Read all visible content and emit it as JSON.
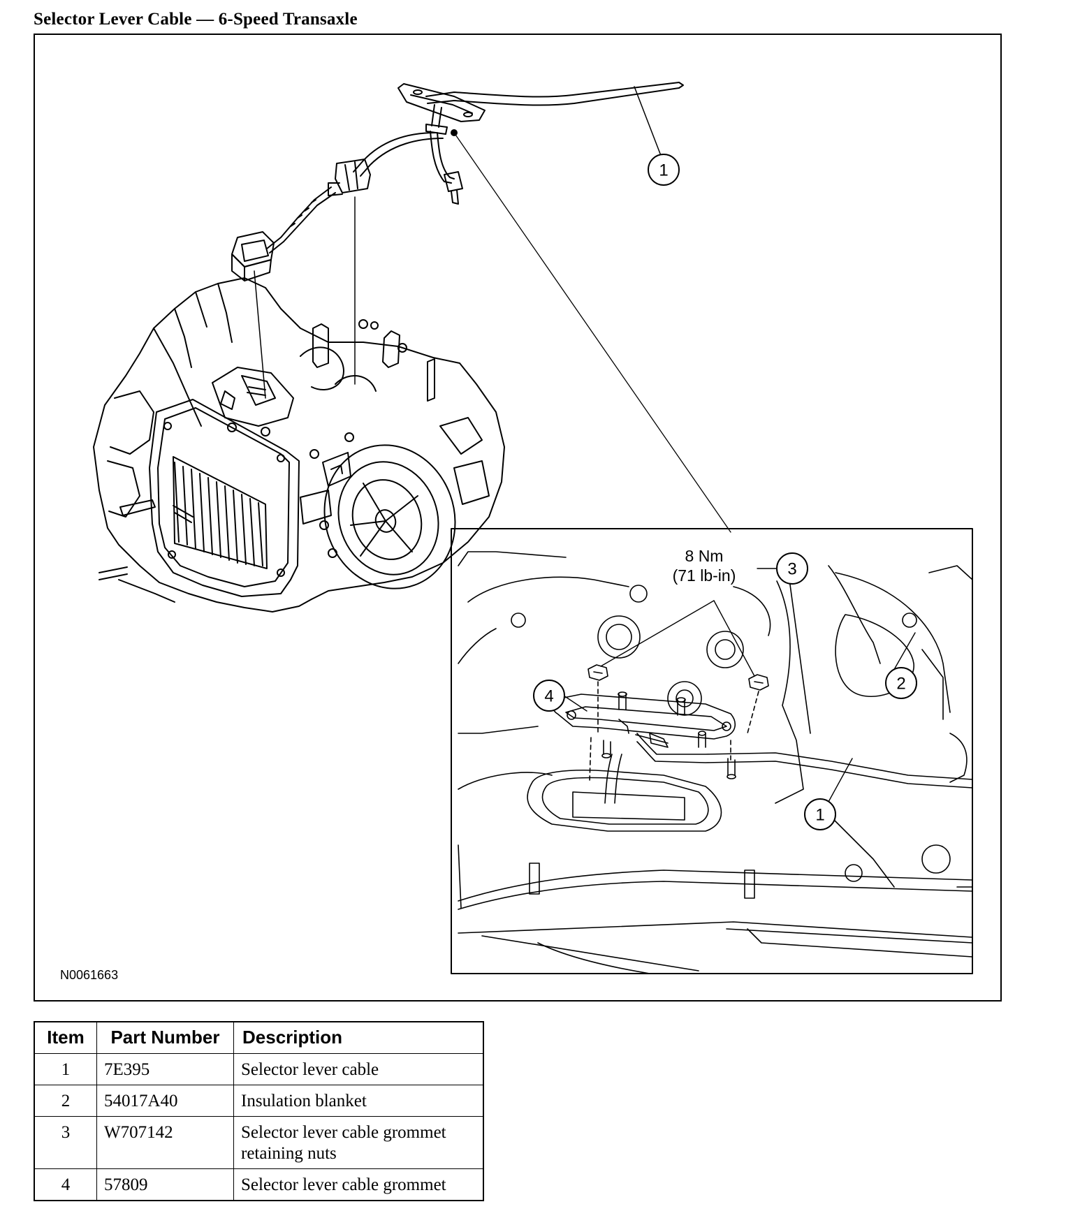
{
  "header": {
    "title": "Selector Lever Cable — 6-Speed Transaxle"
  },
  "figure": {
    "figure_id": "N0061663",
    "torque_line1": "8 Nm",
    "torque_line2": "(71 lb-in)",
    "callouts": {
      "main_1": "1",
      "detail_1": "1",
      "detail_2": "2",
      "detail_3": "3",
      "detail_4": "4"
    }
  },
  "parts_table": {
    "headers": {
      "item": "Item",
      "part_number": "Part Number",
      "description": "Description"
    },
    "rows": [
      {
        "item": "1",
        "part_number": "7E395",
        "description": "Selector lever cable"
      },
      {
        "item": "2",
        "part_number": "54017A40",
        "description": "Insulation blanket"
      },
      {
        "item": "3",
        "part_number": "W707142",
        "description": "Selector lever cable grommet retaining nuts"
      },
      {
        "item": "4",
        "part_number": "57809",
        "description": "Selector lever cable grommet"
      }
    ]
  }
}
